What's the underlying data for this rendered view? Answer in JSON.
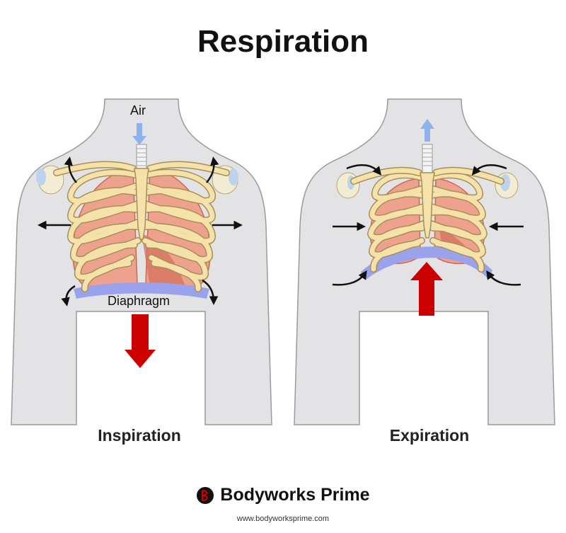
{
  "title": "Respiration",
  "panels": [
    {
      "caption": "Inspiration",
      "labels": {
        "air": "Air",
        "diaphragm": "Diaphragm"
      }
    },
    {
      "caption": "Expiration"
    }
  ],
  "brand": {
    "name": "Bodyworks Prime",
    "url": "www.bodyworksprime.com",
    "logo_icon": "bp-logo-icon"
  },
  "colors": {
    "body": "#e3e3e5",
    "body_outline": "#9a9a9e",
    "rib": "#f5e2aa",
    "rib_outline": "#a88f55",
    "lung": "#eea28e",
    "lung_dark": "#d5705d",
    "diaphragm": "#9aa2ec",
    "air_arrow": "#8fb2ee",
    "force_arrow": "#cc0000",
    "motion_arrow": "#111111"
  }
}
